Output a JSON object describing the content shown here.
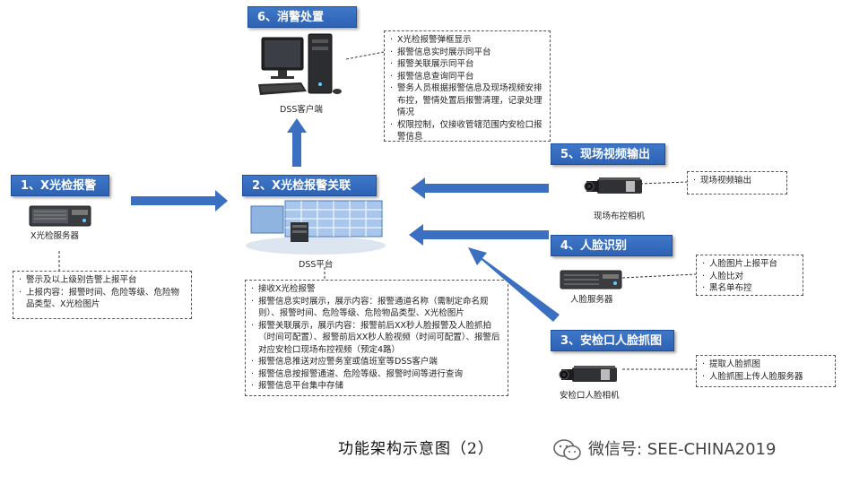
{
  "boxes": {
    "b1": {
      "title": "1、X光检报警"
    },
    "b2": {
      "title": "2、X光检报警关联"
    },
    "b3": {
      "title": "3、安检口人脸抓图"
    },
    "b4": {
      "title": "4、人脸识别"
    },
    "b5": {
      "title": "5、现场视频输出"
    },
    "b6": {
      "title": "6、消警处置"
    }
  },
  "devices": {
    "xray_server": "X光检服务器",
    "dss_platform": "DSS平台",
    "dss_client": "DSS客户端",
    "site_camera": "现场布控相机",
    "face_server": "人脸服务器",
    "checkpoint_camera": "安检口人脸相机"
  },
  "notes": {
    "n1": [
      "警示及以上级别告警上报平台",
      "上报内容：报警时间、危险等级、危险物品类型、X光检图片"
    ],
    "n2": [
      "接收X光检报警",
      "报警信息实时展示，展示内容：报警通道名称（需制定命名规则）、报警时间、危险等级、危险物品类型、X光检图片",
      "报警关联展示，展示内容：报警前后XX秒人脸报警及人脸抓拍（时间可配置）、报警前后XX秒人脸视频（时间可配置）、报警后对应安检口现场布控视频（预定4路）",
      "报警信息推送对应警务室或值班室等DSS客户端",
      "报警信息按报警通道、危险等级、报警时间等进行查询",
      "报警信息平台集中存储"
    ],
    "n3": [
      "提取人脸抓图",
      "人脸抓图上传人脸服务器"
    ],
    "n4": [
      "人脸图片上报平台",
      "人脸比对",
      "黑名单布控"
    ],
    "n5": [
      "现场视频输出"
    ],
    "n6": [
      "X光检报警弹框显示",
      "报警信息实时展示同平台",
      "报警关联展示同平台",
      "报警信息查询同平台",
      "警务人员根据报警信息及现场视频安排布控，警情处置后报警清理，记录处理情况",
      "权限控制，仅接收管辖范围内安检口报警信息"
    ]
  },
  "caption": "功能架构示意图（2）",
  "watermark": "微信号: SEE-CHINA2019",
  "colors": {
    "title_bg": "#3470c0",
    "arrow": "#3a6fc2"
  }
}
